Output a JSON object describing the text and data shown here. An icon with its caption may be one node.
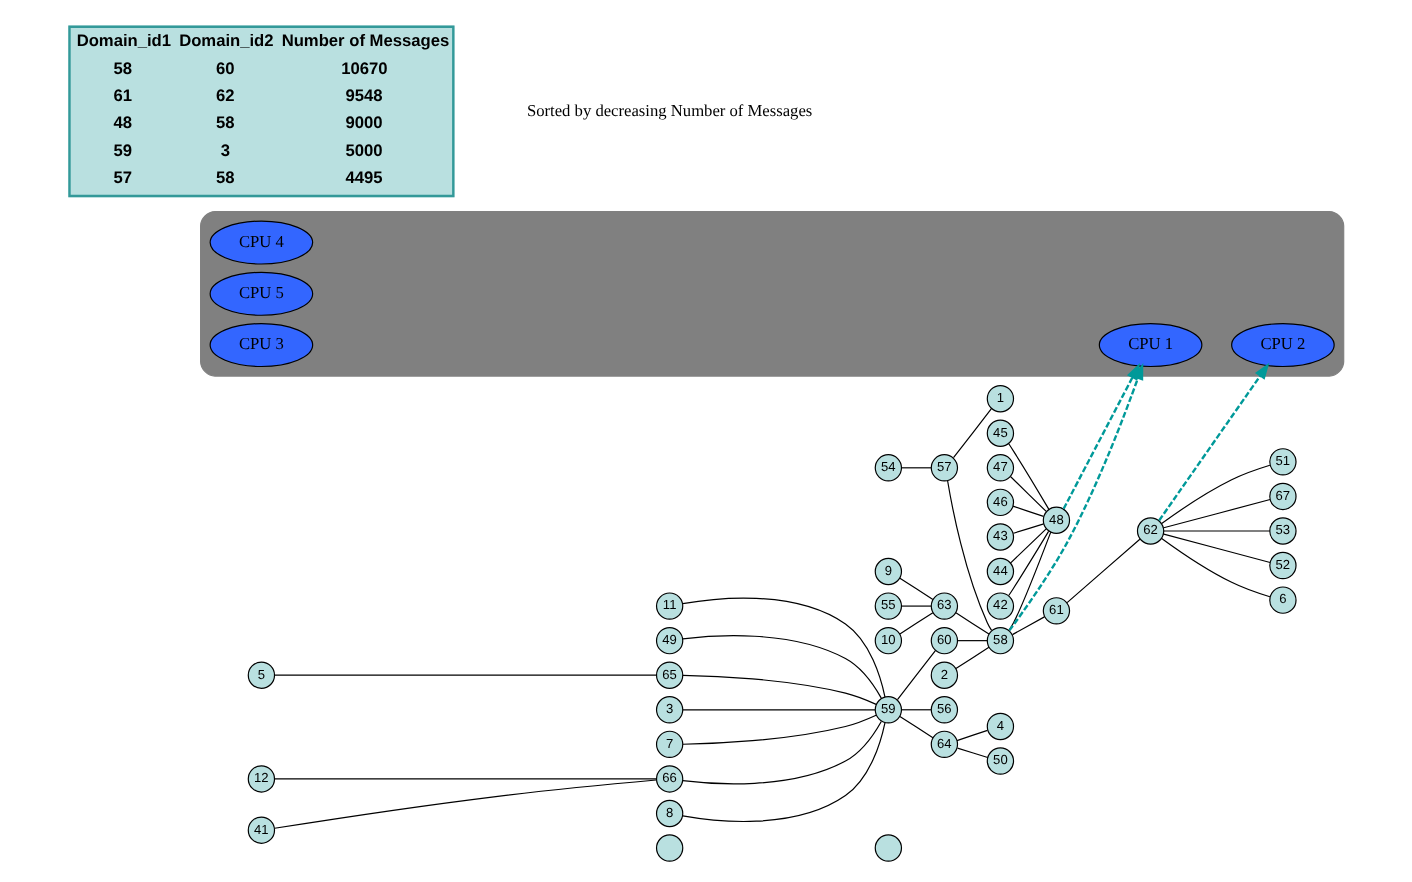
{
  "diagram": {
    "nodes": [
      {
        "text": [
          "5"
        ]
      },
      {
        "text": [
          "65"
        ]
      },
      {
        "text": [
          "41"
        ]
      },
      {
        "text": [],
        "shape": "circle"
      },
      {
        "text": [],
        "shape": "circle"
      },
      {
        "text": [
          "12"
        ]
      },
      {
        "text": [
          "3"
        ]
      },
      {
        "text": [
          "7"
        ]
      },
      {
        "text": [
          "66"
        ]
      },
      {
        "text": [
          "8"
        ]
      },
      {
        "text": [
          "11"
        ]
      },
      {
        "text": [
          "59"
        ]
      },
      {
        "text": [
          "49"
        ]
      },
      {
        "text": [
          "60"
        ]
      },
      {
        "text": [
          "43"
        ]
      },
      {
        "text": [
          "44"
        ]
      },
      {
        "text": [
          "42"
        ]
      },
      {
        "text": [
          "64"
        ]
      },
      {
        "text": [
          "50"
        ]
      },
      {
        "text": [
          "9"
        ]
      },
      {
        "text": [
          "58"
        ]
      },
      {
        "text": [
          "48"
        ]
      },
      {
        "text": [
          "45"
        ]
      },
      {
        "text": [
          "63"
        ]
      },
      {
        "text": [
          "61"
        ]
      },
      {
        "text": [
          "47"
        ]
      },
      {
        "text": [
          "46"
        ]
      },
      {
        "text": [
          "55"
        ]
      },
      {
        "text": [
          "10"
        ]
      },
      {
        "text": [
          "2"
        ]
      },
      {
        "text": [
          "4"
        ]
      },
      {
        "text": [
          "56"
        ]
      },
      {
        "text": [
          "57"
        ]
      },
      {
        "text": [
          "67"
        ]
      },
      {
        "text": [
          "62"
        ]
      },
      {
        "text": [
          "53"
        ]
      },
      {
        "text": [
          "52"
        ]
      },
      {
        "text": [
          "54"
        ]
      },
      {
        "text": [
          "1"
        ]
      },
      {
        "text": [
          "6"
        ]
      },
      {
        "text": [
          "51"
        ]
      },
      {
        "text": [],
        "shape": "box"
      },
      {
        "text": [
          "CPU 1"
        ],
        "in": 41
      },
      {
        "text": [
          "CPU 4"
        ],
        "in": 41
      },
      {
        "text": [
          "CPU 2"
        ],
        "in": 41
      },
      {
        "text": [
          "CPU 5"
        ],
        "in": 41
      },
      {
        "text": [
          "CPU 3"
        ],
        "in": 41
      }
    ],
    "edges": [
      {
        "from": 0,
        "to": 1,
        "arrow": "none"
      },
      {
        "from": 1,
        "to": 11,
        "arrow": "none"
      },
      {
        "from": 8,
        "to": 11,
        "arrow": "none"
      },
      {
        "from": 2,
        "to": 8,
        "arrow": "none"
      },
      {
        "from": 5,
        "to": 8,
        "arrow": "none"
      },
      {
        "from": 6,
        "to": 11,
        "arrow": "none"
      },
      {
        "from": 7,
        "to": 11,
        "arrow": "none"
      },
      {
        "from": 9,
        "to": 11,
        "arrow": "none"
      },
      {
        "from": 10,
        "to": 11,
        "arrow": "none"
      },
      {
        "from": 12,
        "to": 11,
        "arrow": "none"
      },
      {
        "from": 11,
        "to": 13,
        "arrow": "none"
      },
      {
        "from": 11,
        "to": 17,
        "arrow": "none"
      },
      {
        "from": 17,
        "to": 18,
        "arrow": "none"
      },
      {
        "from": 17,
        "to": 30,
        "arrow": "none"
      },
      {
        "from": 11,
        "to": 31,
        "arrow": "none"
      },
      {
        "from": 13,
        "to": 20,
        "arrow": "none"
      },
      {
        "from": 19,
        "to": 23,
        "arrow": "none"
      },
      {
        "from": 23,
        "to": 20,
        "arrow": "none"
      },
      {
        "from": 27,
        "to": 23,
        "arrow": "none"
      },
      {
        "from": 28,
        "to": 23,
        "arrow": "none"
      },
      {
        "from": 32,
        "to": 20,
        "arrow": "none"
      },
      {
        "from": 37,
        "to": 32,
        "arrow": "none"
      },
      {
        "from": 32,
        "to": 38,
        "arrow": "none"
      },
      {
        "from": 29,
        "to": 20,
        "arrow": "none"
      },
      {
        "from": 20,
        "to": 24,
        "arrow": "none"
      },
      {
        "from": 20,
        "to": 21,
        "arrow": "none"
      },
      {
        "from": 24,
        "to": 34,
        "arrow": "none"
      },
      {
        "from": 16,
        "to": 21,
        "arrow": "none"
      },
      {
        "from": 14,
        "to": 21,
        "arrow": "none"
      },
      {
        "from": 15,
        "to": 21,
        "arrow": "none"
      },
      {
        "from": 22,
        "to": 21,
        "arrow": "none"
      },
      {
        "from": 26,
        "to": 21,
        "arrow": "none"
      },
      {
        "from": 25,
        "to": 21,
        "arrow": "none"
      },
      {
        "from": 34,
        "to": 33,
        "arrow": "none"
      },
      {
        "from": 34,
        "to": 35,
        "arrow": "none"
      },
      {
        "from": 34,
        "to": 36,
        "arrow": "none"
      },
      {
        "from": 34,
        "to": 40,
        "arrow": "none"
      },
      {
        "from": 34,
        "to": 39,
        "arrow": "none"
      },
      {
        "from": 20,
        "to": 42,
        "arrow": "to",
        "style": "dashed",
        "color": "#009999"
      },
      {
        "from": 21,
        "to": 42,
        "arrow": "to",
        "style": "dashed",
        "color": "#009999"
      },
      {
        "from": 34,
        "to": 44,
        "arrow": "to",
        "style": "dashed",
        "color": "#009999"
      }
    ],
    "labels": [
      "Domain_id1",
      "Domain_id2",
      "Number of Messages",
      "58",
      "60",
      "10670",
      "61",
      "62",
      "9548",
      "48",
      "58",
      "9000",
      "59",
      "3",
      "5000",
      "57",
      "58",
      "4495",
      "Sorted by decreasing Number of Messages"
    ]
  }
}
